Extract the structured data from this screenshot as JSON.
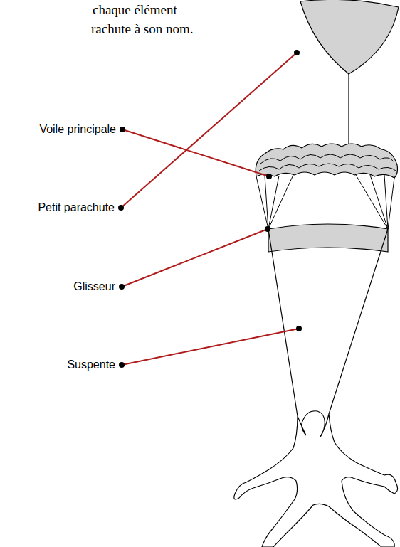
{
  "diagram": {
    "labels": [
      "chaque élément",
      "rachute à son nom.",
      "Voile principale",
      "Petit parachute",
      "Glisseur",
      "Suspente"
    ]
  }
}
